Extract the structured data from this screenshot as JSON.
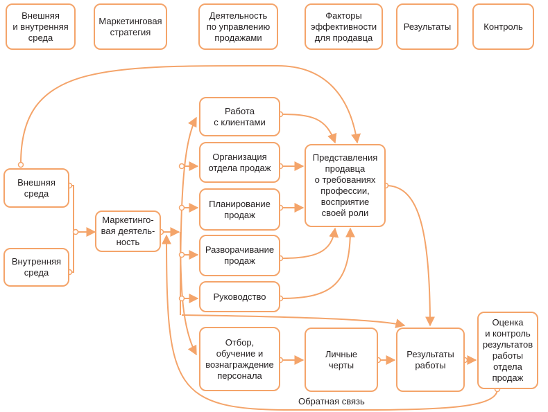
{
  "colors": {
    "line": "#f4a46a",
    "border": "#f4a46a",
    "text": "#231f20"
  },
  "header": {
    "col1": "Внешняя\nи внутренняя\nсреда",
    "col2": "Маркетинговая\nстратегия",
    "col3": "Деятельность\nпо управлению\nпродажами",
    "col4": "Факторы\nэффективности\nдля продавца",
    "col5": "Результаты",
    "col6": "Контроль"
  },
  "nodes": {
    "external": "Внешняя\nсреда",
    "internal": "Внутренняя\nсреда",
    "marketing": "Маркетинго-\nвая деятель-\nность",
    "clients": "Работа\nс клиентами",
    "organization": "Организация\nотдела продаж",
    "planning": "Планирование\nпродаж",
    "deployment": "Разворачивание\nпродаж",
    "leadership": "Руководство",
    "selection": "Отбор,\nобучение и\nвознаграждение\nперсонала",
    "perceptions": "Представления\nпродавца\nо требованиях\nпрофессии,\nвосприятие\nсвоей роли",
    "traits": "Личные\nчерты",
    "results": "Результаты\nработы",
    "evaluation": "Оценка\nи контроль\nрезультатов\nработы\nотдела\nпродаж"
  },
  "feedback_label": "Обратная связь"
}
